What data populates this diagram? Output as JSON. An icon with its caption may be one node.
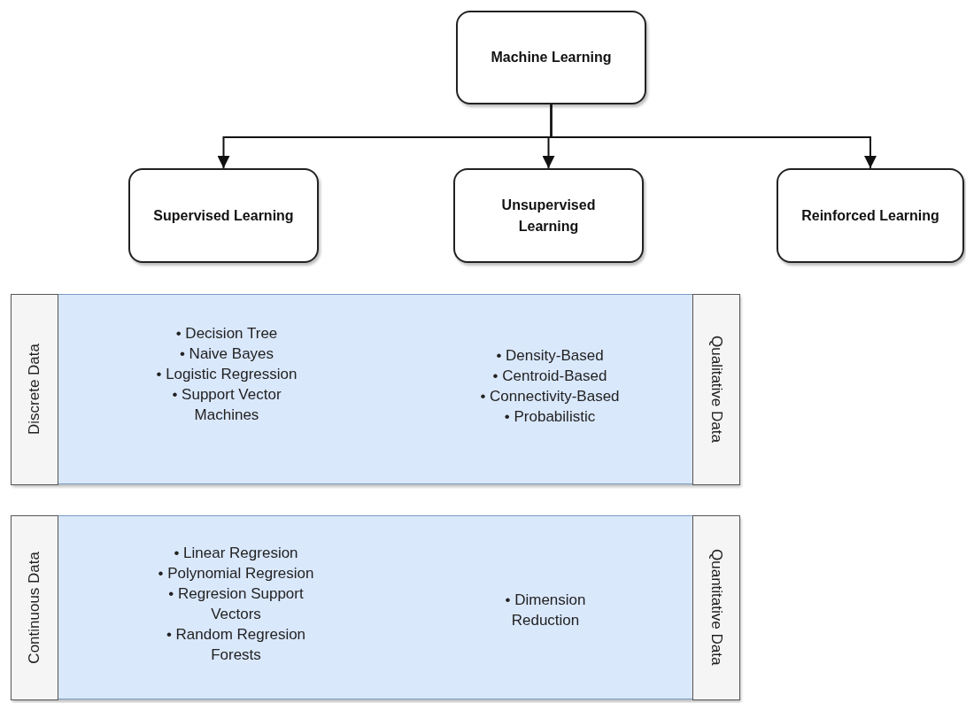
{
  "diagram": {
    "nodes": [
      {
        "text": [
          "Machine Learning"
        ]
      },
      {
        "text": [
          "Supervised Learning"
        ]
      },
      {
        "text": [
          "Unsupervised Learning"
        ]
      },
      {
        "text": [
          "Reinforced Learning"
        ]
      },
      {
        "text": [
          "Discrete Data",
          "Qualitative Data"
        ]
      },
      {
        "text": [
          "Continuous Data",
          "Quantitative Data"
        ]
      }
    ],
    "edges": [
      {
        "from": 0,
        "to": 1,
        "arrow": "to"
      },
      {
        "from": 0,
        "to": 2,
        "arrow": "to"
      },
      {
        "from": 0,
        "to": 3,
        "arrow": "to"
      }
    ],
    "labels": [
      "• Decision Tree",
      "• Naive Bayes",
      "• Logistic Regression",
      "• Support Vector Machines",
      "• Density-Based",
      "• Centroid-Based",
      "• Connectivity-Based",
      "• Probabilistic",
      "• Linear Regresion",
      "• Polynomial Regresion",
      "• Regresion Support Vectors",
      "• Random Regresion Forests",
      "• Dimension Reduction"
    ]
  }
}
